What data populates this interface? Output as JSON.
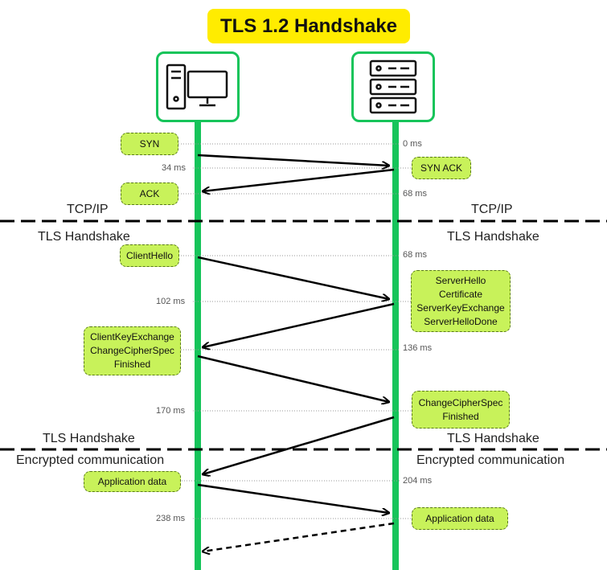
{
  "title": "TLS 1.2 Handshake",
  "hosts": {
    "client_icon": "desktop-computer-icon",
    "server_icon": "server-rack-icon"
  },
  "colors": {
    "lifeline": "#16c45a",
    "note_fill": "#c8f25a",
    "title_bg": "#ffec00"
  },
  "sections": {
    "tcp_left": "TCP/IP",
    "tcp_right": "TCP/IP",
    "tls_top_left": "TLS Handshake",
    "tls_top_right": "TLS Handshake",
    "tls_bottom_left": "TLS Handshake",
    "tls_bottom_right": "TLS Handshake",
    "enc_left": "Encrypted communication",
    "enc_right": "Encrypted communication"
  },
  "messages": {
    "syn": "SYN",
    "syn_ack": "SYN ACK",
    "ack": "ACK",
    "client_hello": "ClientHello",
    "server_hello": [
      "ServerHello",
      "Certificate",
      "ServerKeyExchange",
      "ServerHelloDone"
    ],
    "client_key": [
      "ClientKeyExchange",
      "ChangeCipherSpec",
      "Finished"
    ],
    "server_ccs": [
      "ChangeCipherSpec",
      "Finished"
    ],
    "app_client": "Application data",
    "app_server": "Application data"
  },
  "times": {
    "t0": "0 ms",
    "t34": "34 ms",
    "t68a": "68 ms",
    "t68b": "68 ms",
    "t102": "102 ms",
    "t136": "136 ms",
    "t170": "170 ms",
    "t204": "204 ms",
    "t238": "238 ms"
  }
}
